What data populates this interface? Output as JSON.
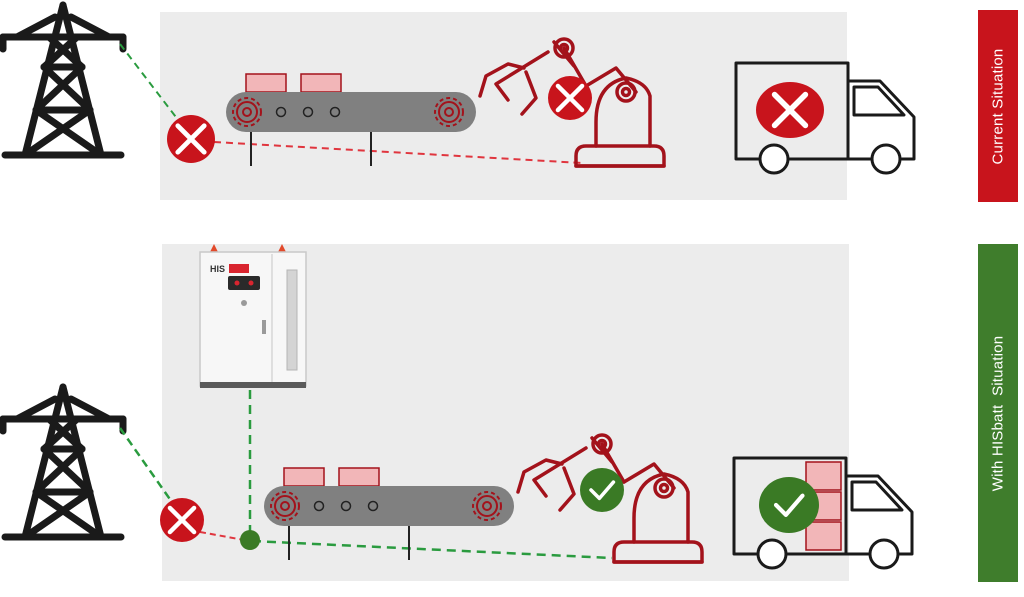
{
  "labels": {
    "current_situation": "Current Situation",
    "hisbatt_situation": "With HISbatt  Situation",
    "battery_brand": "HIS"
  },
  "colors": {
    "panel_bg": "#ececec",
    "tower": "#1a1a1a",
    "conveyor": "#808080",
    "robot_outline": "#a3121b",
    "box_fill": "#f2b6b8",
    "failure_red": "#c8141c",
    "success_green": "#3a7a25",
    "current_tab": "#c8141c",
    "hisbatt_tab": "#3f7d2c"
  },
  "icons": {
    "tower": "power-tower-icon",
    "robot": "robot-arm-icon",
    "truck": "delivery-truck-icon",
    "fail": "x-mark-icon",
    "ok": "check-mark-icon",
    "battery": "battery-cabinet-icon"
  }
}
